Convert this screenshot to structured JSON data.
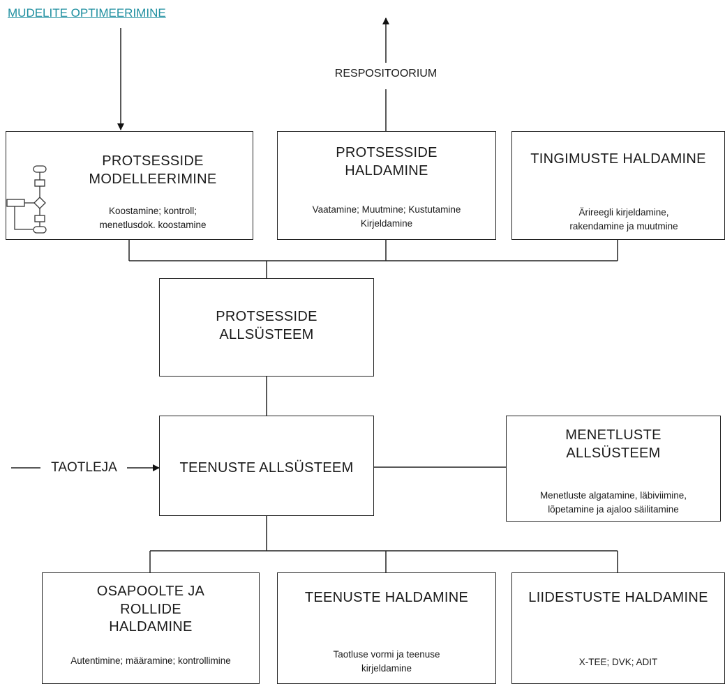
{
  "header_link": "MUDELITE OPTIMEERIMINE",
  "repository_label": "RESPOSITOORIUM",
  "applicant_label": "TAOTLEJA",
  "top_row": [
    {
      "title": "PROTSESSIDE\nMODELLEERIMINE",
      "desc": "Koostamine; kontroll;\nmenetlusdok. koostamine"
    },
    {
      "title": "PROTSESSIDE\nHALDAMINE",
      "desc": "Vaatamine; Muutmine; Kustutamine\nKirjeldamine"
    },
    {
      "title": "TINGIMUSTE HALDAMINE",
      "desc": "Ärireegli kirjeldamine,\nrakendamine ja muutmine"
    }
  ],
  "process_subsystem": {
    "title": "PROTSESSIDE\nALLSÜSTEEM"
  },
  "service_subsystem": {
    "title": "TEENUSTE ALLSÜSTEEM"
  },
  "procedure_subsystem": {
    "title": "MENETLUSTE\nALLSÜSTEEM",
    "desc": "Menetluste algatamine, läbiviimine,\nlõpetamine ja ajaloo säilitamine"
  },
  "bottom_row": [
    {
      "title": "OSAPOOLTE JA\nROLLIDE\nHALDAMINE",
      "desc": "Autentimine; määramine; kontrollimine"
    },
    {
      "title": "TEENUSTE HALDAMINE",
      "desc": "Taotluse vormi ja teenuse\nkirjeldamine"
    },
    {
      "title": "LIIDESTUSTE HALDAMINE",
      "desc": "X-TEE; DVK; ADIT"
    }
  ]
}
